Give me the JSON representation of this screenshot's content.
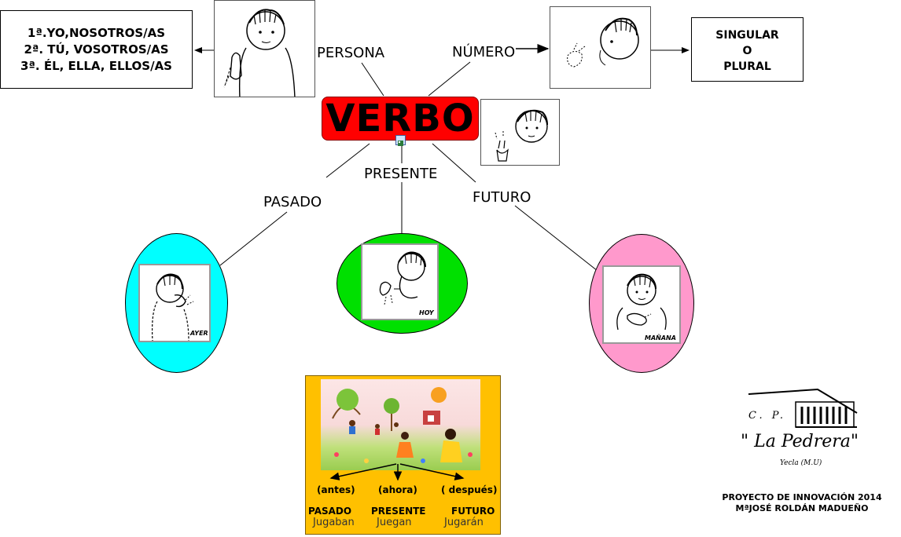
{
  "center": {
    "label": "VERBO"
  },
  "branches": {
    "persona": "PERSONA",
    "numero": "NÚMERO",
    "pasado": "PASADO",
    "presente": "PRESENTE",
    "futuro": "FUTURO"
  },
  "persons_box": {
    "lines": [
      "1ª.YO,NOSOTROS/AS",
      "2ª. TÚ, VOSOTROS/AS",
      "3ª. ÉL, ELLA, ELLOS/AS"
    ]
  },
  "number_box": {
    "lines": [
      "SINGULAR",
      "O",
      "PLURAL"
    ]
  },
  "sign_captions": {
    "ayer": "AYER",
    "hoy": "HOY",
    "manana": "MAÑANA"
  },
  "oval_colors": {
    "pasado": "#00ffff",
    "presente": "#00e000",
    "futuro": "#ff99cc",
    "verbo": "#ff0000",
    "panel": "#ffc000"
  },
  "timeline_panel": {
    "markers": [
      "(antes)",
      "(ahora)",
      "( después)"
    ],
    "tenses": [
      "PASADO",
      "PRESENTE",
      "FUTURO"
    ],
    "examples": [
      "Jugaban",
      "Juegan",
      "Jugarán"
    ]
  },
  "logo": {
    "prefix": "C. P.",
    "name": "\" La Pedrera\"",
    "place": "Yecla (M.U)"
  },
  "footer": {
    "line1": "PROYECTO DE INNOVACIÓN 2014",
    "line2": "MªJOSÉ ROLDÁN MADUEÑO"
  }
}
